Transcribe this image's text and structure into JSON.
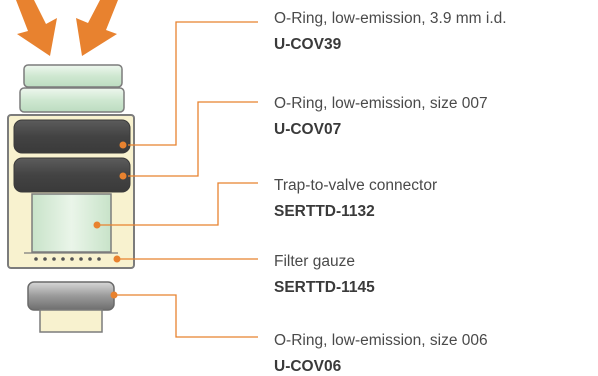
{
  "colors": {
    "arrow": "#e8822f",
    "leader_line": "#e8822f",
    "dot": "#e8822f",
    "housing_fill": "#f8f2cf",
    "housing_stroke": "#7c7c7c",
    "oring_dark": "#4b4b4b",
    "oring_green": "#d4ecd6",
    "connector_green": "#e0f0df",
    "gauze_dots": "#555555",
    "text": "#4a4a4a"
  },
  "components": [
    {
      "name": "O-Ring, low-emission, 3.9 mm i.d.",
      "code": "U-COV39"
    },
    {
      "name": "O-Ring, low-emission, size 007",
      "code": "U-COV07"
    },
    {
      "name": "Trap-to-valve connector",
      "code": "SERTTD-1132"
    },
    {
      "name": "Filter gauze",
      "code": "SERTTD-1145"
    },
    {
      "name": "O-Ring, low-emission, size 006",
      "code": "U-COV06"
    }
  ]
}
